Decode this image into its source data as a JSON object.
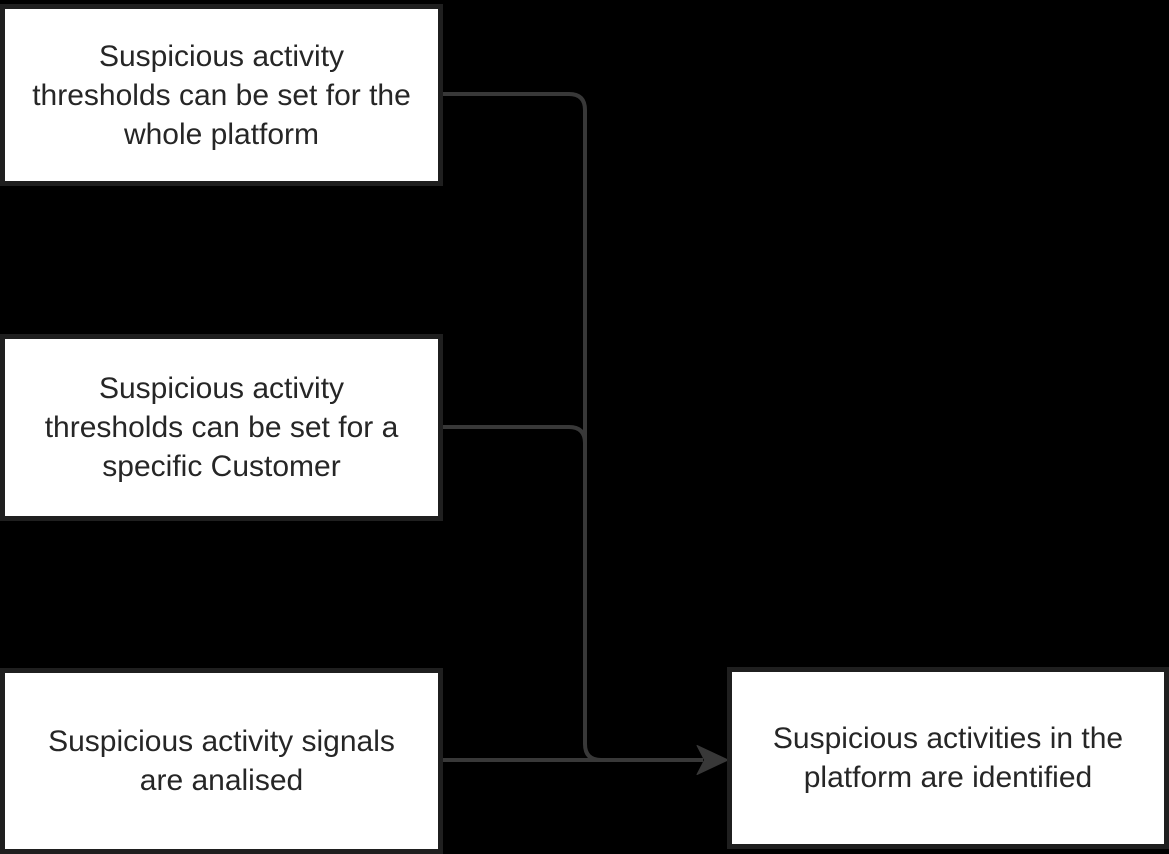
{
  "diagram": {
    "type": "flowchart",
    "background_color": "#000000",
    "node_fill_color": "#ffffff",
    "node_border_color": "#1f1f1f",
    "node_text_color": "#262626",
    "connector_color": "#383838",
    "arrowhead_style": "filled-notched-triangle",
    "nodes": [
      {
        "id": "platform-thresholds",
        "text": "Suspicious activity\nthresholds can be set for the\nwhole platform"
      },
      {
        "id": "customer-thresholds",
        "text": "Suspicious activity\nthresholds can be set for a\nspecific Customer"
      },
      {
        "id": "signals-analysed",
        "text": "Suspicious activity signals\nare analised"
      },
      {
        "id": "activities-identified",
        "text": "Suspicious activities in the\nplatform are identified"
      }
    ],
    "edges": [
      {
        "from": "platform-thresholds",
        "to": "activities-identified",
        "arrowhead": false
      },
      {
        "from": "customer-thresholds",
        "to": "activities-identified",
        "arrowhead": false
      },
      {
        "from": "signals-analysed",
        "to": "activities-identified",
        "arrowhead": true
      }
    ]
  }
}
